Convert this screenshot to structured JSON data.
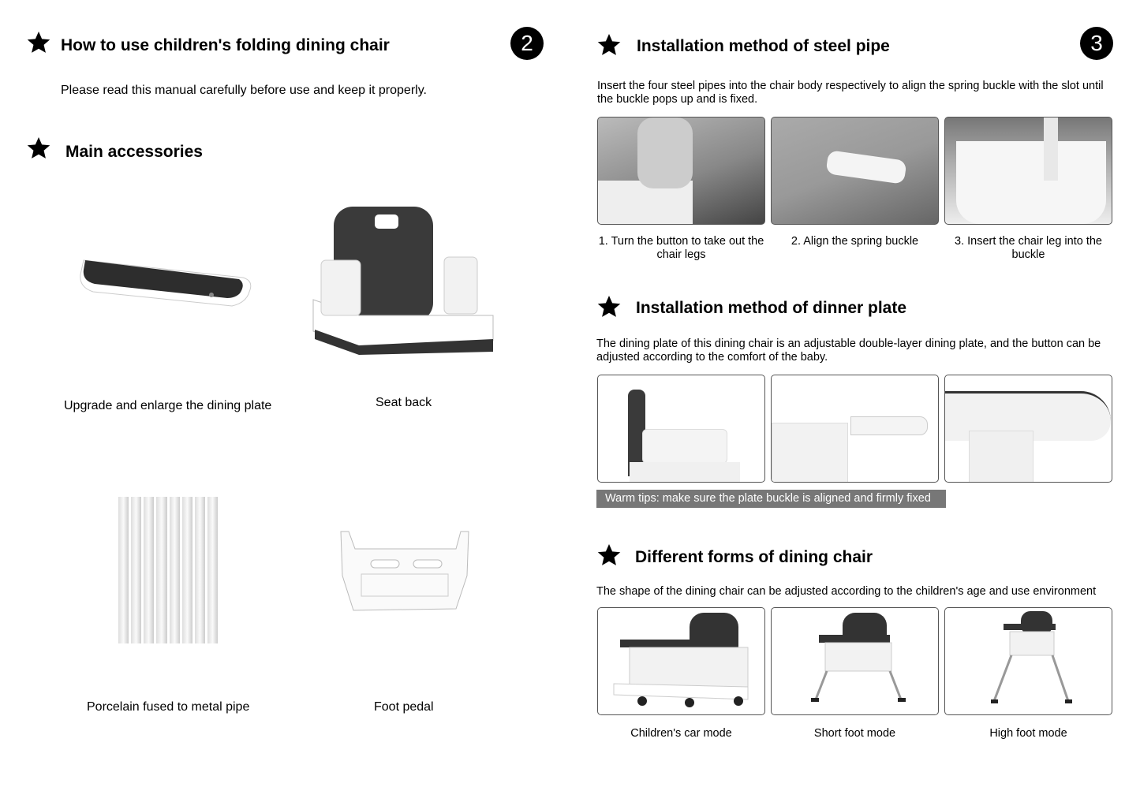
{
  "left_page": {
    "title": "How to use children's folding dining chair",
    "page_number": "2",
    "intro": "Please read this manual carefully before use and keep it properly.",
    "accessories_title": "Main accessories",
    "accessories": [
      {
        "label": "Upgrade and enlarge the dining plate"
      },
      {
        "label": "Seat back"
      },
      {
        "label": "Porcelain fused to metal pipe"
      },
      {
        "label": "Foot pedal"
      }
    ]
  },
  "right_page": {
    "page_number": "3",
    "steel_pipe": {
      "title": "Installation method of steel pipe",
      "description": "Insert the four steel pipes into the chair body respectively to align the spring buckle with the slot until the buckle pops up and is fixed.",
      "steps": [
        {
          "label": "1. Turn the button to take out the chair legs"
        },
        {
          "label": "2. Align the spring buckle"
        },
        {
          "label": "3. Insert the chair leg into the buckle"
        }
      ]
    },
    "dinner_plate": {
      "title": "Installation method of dinner plate",
      "description": "The dining plate of this dining chair is an adjustable double-layer dining plate, and the button can be adjusted according to the comfort of the baby.",
      "tip": "Warm tips: make sure the plate buckle is aligned and firmly fixed"
    },
    "forms": {
      "title": "Different forms of dining chair",
      "description": "The shape of the dining chair can be adjusted according to the children's age and use environment",
      "modes": [
        {
          "label": "Children's car mode"
        },
        {
          "label": "Short foot mode"
        },
        {
          "label": "High foot mode"
        }
      ]
    }
  }
}
